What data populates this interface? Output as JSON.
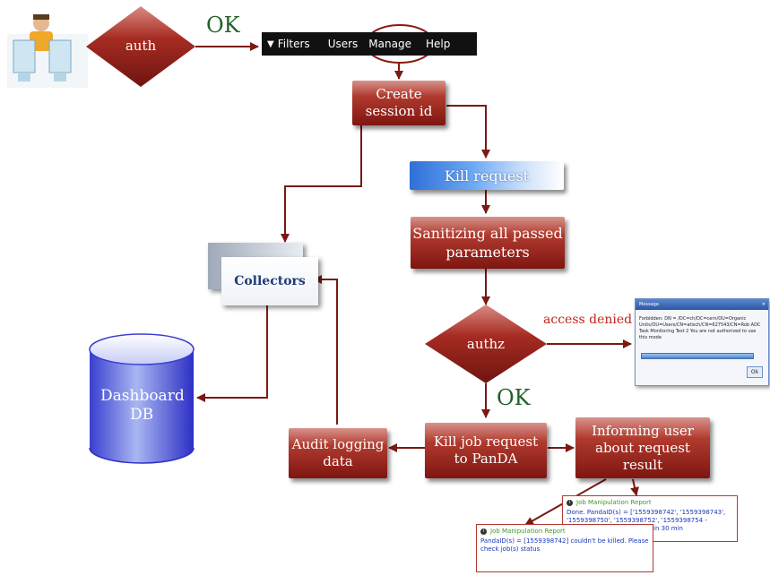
{
  "auth": {
    "label": "auth"
  },
  "ok_top": "OK",
  "menu": {
    "items": [
      "Filters",
      "Users",
      "Manage",
      "Help"
    ]
  },
  "create_session": "Create session id",
  "kill_request": "Kill request",
  "sanitize": "Sanitizing all passed parameters",
  "authz": {
    "label": "authz"
  },
  "access_denied": "access denied",
  "ok_bottom": "OK",
  "collectors": "Collectors",
  "dashboard_db": "Dashboard DB",
  "audit": "Audit logging data",
  "kill_job": "Kill job request to PanDA",
  "inform_user": "Informing user about request result",
  "dialog": {
    "title": "Message",
    "message": "Forbidden: DN = /DC=ch/DC=cern/OU=Organic Units/OU=Users/CN=atlsch/CN=627543/CN=Rob ADC Task Monitoring Test 2 You are not authorized to use this mode",
    "ok_button": "Ok"
  },
  "report_success": {
    "title": "Job Manipulation Report",
    "body": "Done. PandaID(s) = ['1559398742', '1559398743', '1559398750', '1559398752', '1559398754 - 1559398761'] will be killed in 30 min"
  },
  "report_fail": {
    "title": "Job Manipulation Report",
    "body": "PandaID(s) = [1559398742] couldn't be killed. Please check job(s) status"
  }
}
